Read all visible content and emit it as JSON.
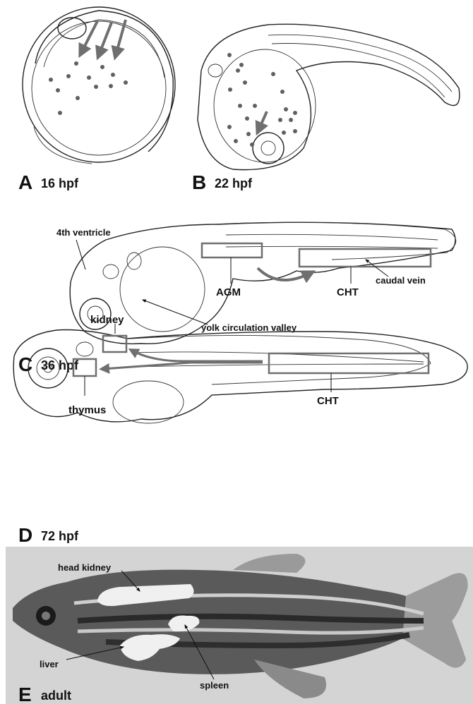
{
  "panels": [
    {
      "letter": "A",
      "stage": "16 hpf"
    },
    {
      "letter": "B",
      "stage": "22 hpf"
    },
    {
      "letter": "C",
      "stage": "36 hpf"
    },
    {
      "letter": "D",
      "stage": "72 hpf"
    },
    {
      "letter": "E",
      "stage": "adult"
    }
  ],
  "labels": {
    "fourth_ventricle": "4th ventricle",
    "yolk_circulation_valley": "yolk circulation valley",
    "agm": "AGM",
    "cht": "CHT",
    "caudal_vein": "caudal vein",
    "kidney": "kidney",
    "thymus": "thymus",
    "head_kidney": "head kidney",
    "liver": "liver",
    "spleen": "spleen"
  },
  "colors": {
    "boxes": "#6f6f6f",
    "arrows": "#6f6f6f",
    "cells": "#606060",
    "photo_background": "#d4d4d4",
    "organ_overlay": "#f0f0f0"
  }
}
